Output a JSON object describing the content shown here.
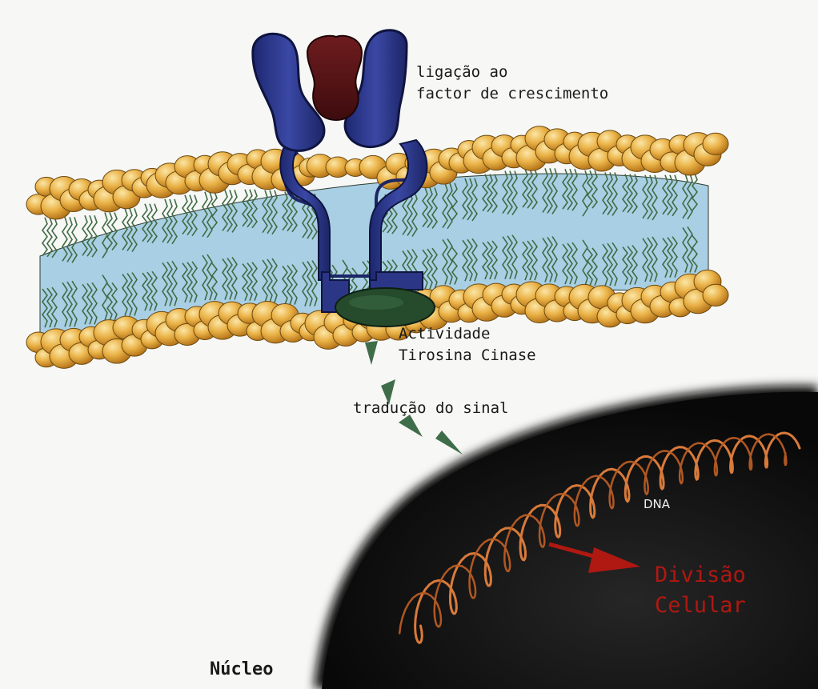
{
  "labels": {
    "ligacao_line1": "ligação ao",
    "ligacao_line2": "factor de crescimento",
    "actividade_line1": "Actividade",
    "actividade_line2": "Tirosina Cinase",
    "traducao": "tradução do sinal",
    "dna": "DNA",
    "divisao_line1": "Divisão",
    "divisao_line2": "Celular",
    "nucleo": "Núcleo"
  },
  "colors": {
    "background": "#f7f7f5",
    "lipid_head": "#e9ad3c",
    "lipid_head_light": "#f6d27a",
    "lipid_head_dark": "#b0751a",
    "lipid_tail": "#3f6b45",
    "membrane_core": "#a9cfe4",
    "receptor": "#2b3686",
    "growth_factor": "#5b1416",
    "kinase_domain": "#254a2c",
    "signal_arrows": "#3f6d4a",
    "nucleus": "#141414",
    "dna_strand": "#d97a3a",
    "division_text": "#b01812"
  },
  "icons": [
    "growth-factor-icon",
    "receptor-icon",
    "kinase-domain-icon",
    "signal-arrow-icon",
    "dna-helix-icon",
    "division-arrow-icon"
  ]
}
